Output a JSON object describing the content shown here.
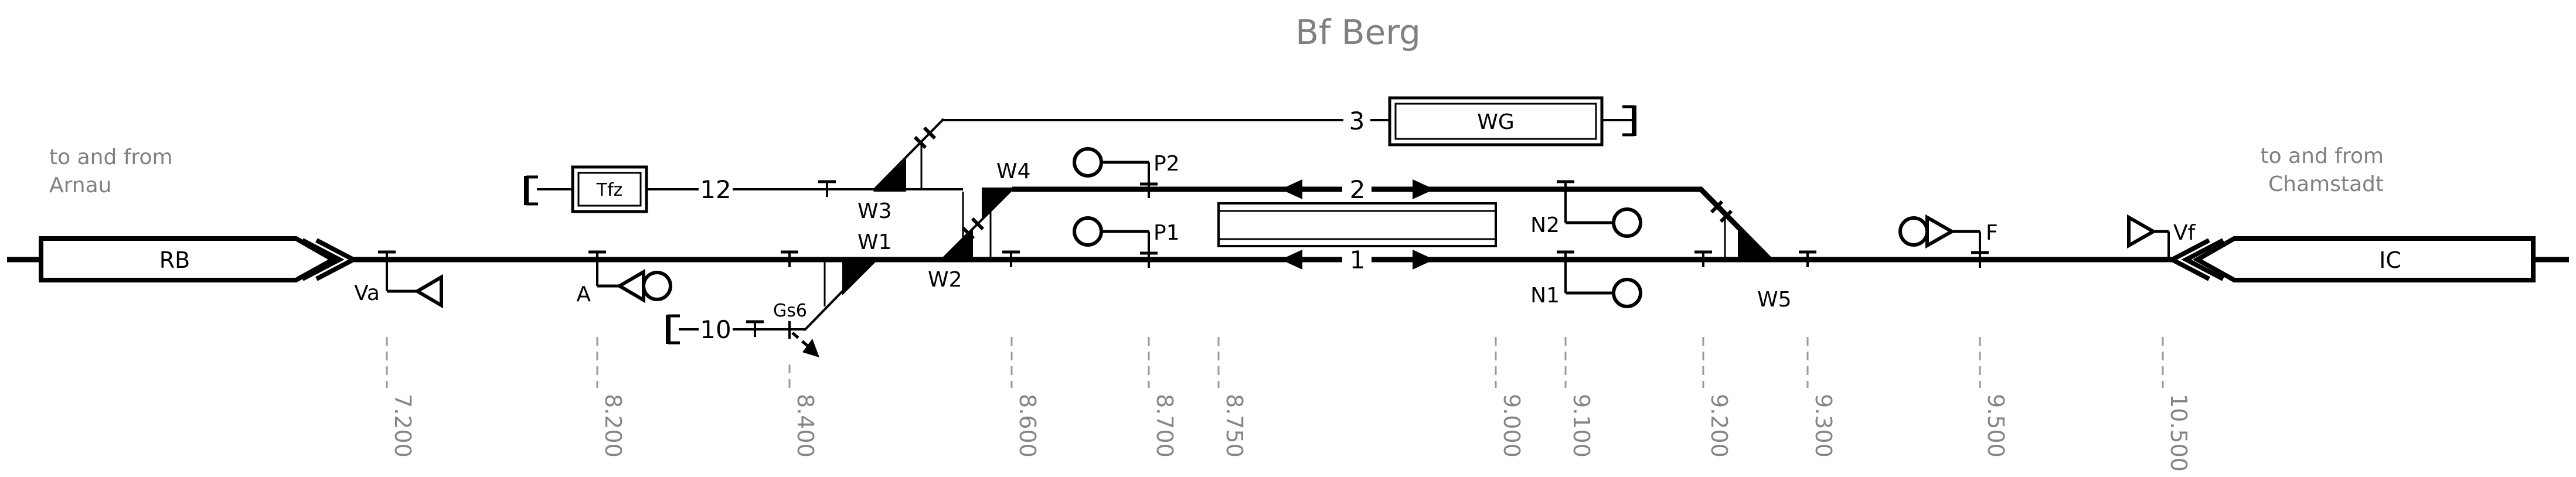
{
  "title": "Bf Berg",
  "directions": {
    "left_line1": "to and from",
    "left_line2": "Arnau",
    "right_line1": "to and from",
    "right_line2": "Chamstadt"
  },
  "trains": {
    "left": "RB",
    "right": "IC"
  },
  "facilities": {
    "loco_shed": "Tfz",
    "goods_shed": "WG"
  },
  "tracks": {
    "t1": "1",
    "t2": "2",
    "t3": "3",
    "t10": "10",
    "t12": "12"
  },
  "switches": {
    "w1": "W1",
    "w2": "W2",
    "w3": "W3",
    "w4": "W4",
    "w5": "W5"
  },
  "signals": {
    "va": "Va",
    "a": "A",
    "p1": "P1",
    "p2": "P2",
    "n1": "N1",
    "n2": "N2",
    "f": "F",
    "vf": "Vf",
    "gs6": "Gs6"
  },
  "km_markers": [
    {
      "label": "7.200"
    },
    {
      "label": "8.200"
    },
    {
      "label": "8.400"
    },
    {
      "label": "8.600"
    },
    {
      "label": "8.700"
    },
    {
      "label": "8.750"
    },
    {
      "label": "9.000"
    },
    {
      "label": "9.100"
    },
    {
      "label": "9.200"
    },
    {
      "label": "9.300"
    },
    {
      "label": "9.500"
    },
    {
      "label": "10.500"
    }
  ],
  "colors": {
    "diagram": "#000000",
    "annotation": "#808080",
    "km_marker": "#858585"
  }
}
